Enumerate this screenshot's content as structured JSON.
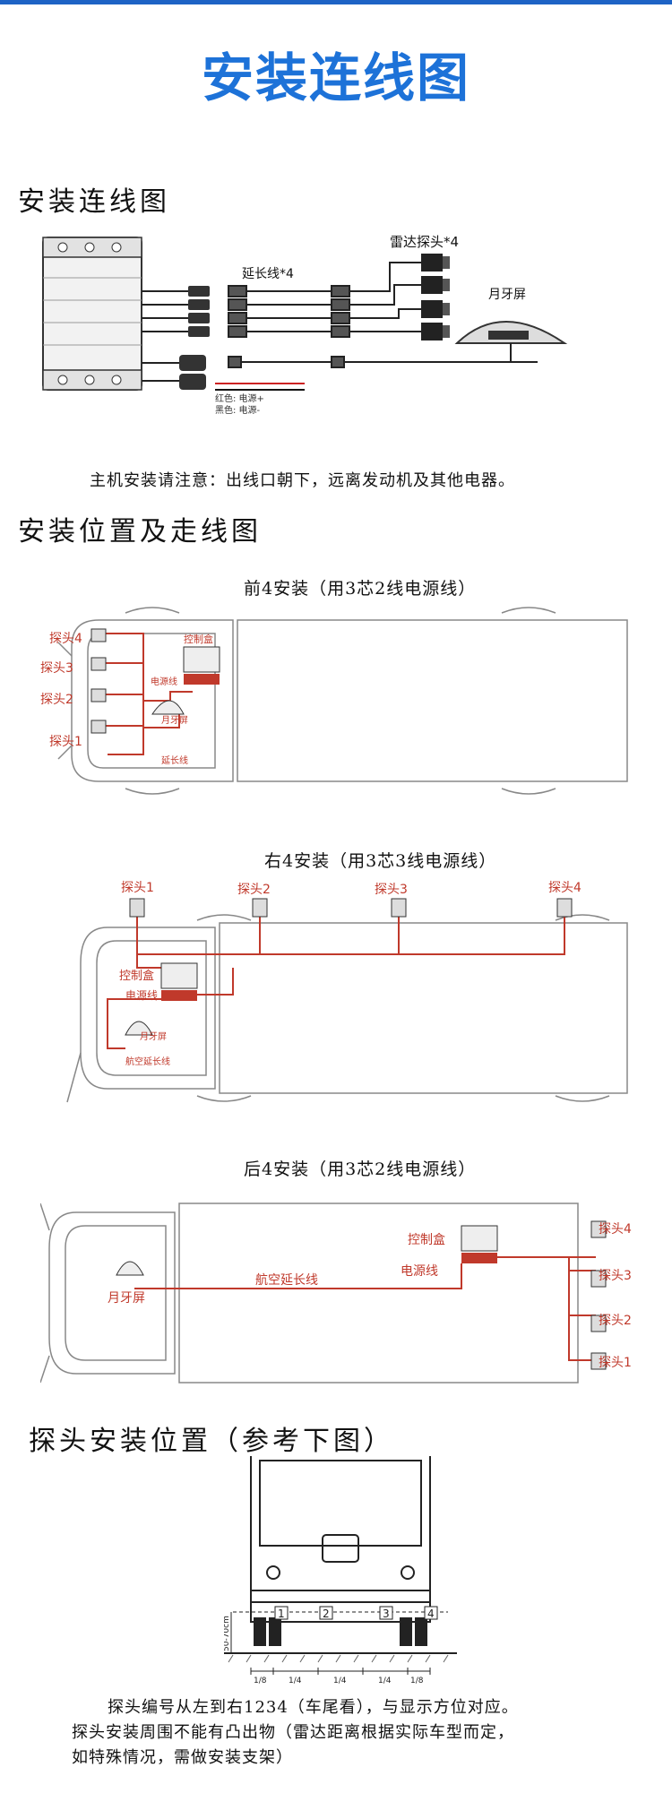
{
  "header": {
    "title": "安装连线图"
  },
  "section1": {
    "title": "安装连线图",
    "labels": {
      "radar_probe": "雷达探头*4",
      "extension": "延长线*4",
      "moon_screen": "月牙屏",
      "red_wire": "红色: 电源+",
      "black_wire": "黑色: 电源-"
    },
    "note": "主机安装请注意：出线口朝下，远离发动机及其他电器。"
  },
  "section2": {
    "title": "安装位置及走线图",
    "front": {
      "caption": "前4安装（用3芯2线电源线）",
      "probe4": "探头4",
      "probe3": "探头3",
      "probe2": "探头2",
      "probe1": "探头1",
      "control_box": "控制盒",
      "power_line": "电源线",
      "moon_screen": "月牙屏",
      "extension": "延长线"
    },
    "right": {
      "caption": "右4安装（用3芯3线电源线）",
      "probe1": "探头1",
      "probe2": "探头2",
      "probe3": "探头3",
      "probe4": "探头4",
      "control_box": "控制盒",
      "power_line": "电源线",
      "moon_screen": "月牙屏",
      "aviation_ext": "航空延长线"
    },
    "rear": {
      "caption": "后4安装（用3芯2线电源线）",
      "moon_screen": "月牙屏",
      "aviation_ext": "航空延长线",
      "control_box": "控制盒",
      "power_line": "电源线",
      "probe4": "探头4",
      "probe3": "探头3",
      "probe2": "探头2",
      "probe1": "探头1"
    }
  },
  "section3": {
    "title": "探头安装位置（参考下图）",
    "height_label": "50-70cm",
    "positions": [
      "1",
      "2",
      "3",
      "4"
    ],
    "fractions": [
      "1/8",
      "1/4",
      "1/4",
      "1/4",
      "1/8"
    ],
    "lines": [
      "探头编号从左到右1234（车尾看），与显示方位对应。",
      "探头安装周围不能有凸出物（雷达距离根据实际车型而定，",
      "如特殊情况，需做安装支架）"
    ]
  }
}
